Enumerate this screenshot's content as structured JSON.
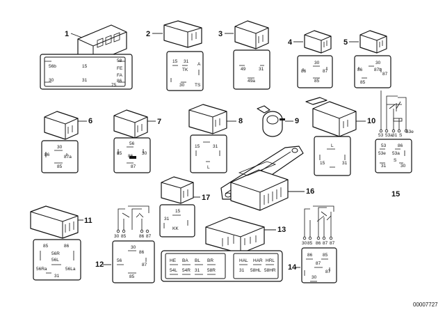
{
  "diagram": {
    "document_id": "00007727",
    "parts": [
      {
        "callout": "1",
        "pins": [
          "56b",
          "15",
          "30",
          "31",
          "58",
          "FE",
          "FA",
          "86",
          "75"
        ]
      },
      {
        "callout": "2",
        "pins": [
          "15",
          "31",
          "TK",
          "A",
          "30",
          "TS"
        ]
      },
      {
        "callout": "3",
        "pins": [
          "49",
          "31",
          "49a"
        ]
      },
      {
        "callout": "4",
        "pins": [
          "30",
          "86",
          "87",
          "85"
        ]
      },
      {
        "callout": "5",
        "pins": [
          "30",
          "86",
          "87b",
          "87",
          "85"
        ]
      },
      {
        "callout": "6",
        "pins": [
          "30",
          "86",
          "87a",
          "85"
        ]
      },
      {
        "callout": "7",
        "pins": [
          "56",
          "85",
          "86",
          "30",
          "87"
        ]
      },
      {
        "callout": "8",
        "pins": [
          "15",
          "31",
          "L"
        ]
      },
      {
        "callout": "9",
        "pins": []
      },
      {
        "callout": "10",
        "pins": [
          "L",
          "15",
          "31"
        ]
      },
      {
        "callout": "11",
        "pins": [
          "85",
          "86",
          "56R",
          "56L",
          "56Ra",
          "56La",
          "31"
        ]
      },
      {
        "callout": "12",
        "pins": [
          "30",
          "86",
          "56",
          "87",
          "85"
        ]
      },
      {
        "callout": "13",
        "pins": [
          "HE",
          "BA",
          "BL",
          "BR",
          "54L",
          "54R",
          "31",
          "58R",
          "HAL",
          "HAR",
          "HRL",
          "31",
          "58HL",
          "58HR"
        ]
      },
      {
        "callout": "14",
        "pins": [
          "86",
          "85",
          "87",
          "30",
          "87"
        ]
      },
      {
        "callout": "15",
        "pins": [
          "53",
          "86",
          "53e",
          "53a",
          "31",
          "30",
          "S"
        ]
      },
      {
        "callout": "16",
        "pins": []
      },
      {
        "callout": "17",
        "pins": [
          "15",
          "31",
          "KK"
        ]
      }
    ],
    "schematic_labels": {
      "relay_15": [
        "53",
        "53a",
        "31",
        "S",
        "53e"
      ],
      "relay_12": [
        "30",
        "85",
        "86",
        "87"
      ],
      "relay_14": [
        "30",
        "85",
        "86",
        "87",
        "87"
      ]
    }
  }
}
